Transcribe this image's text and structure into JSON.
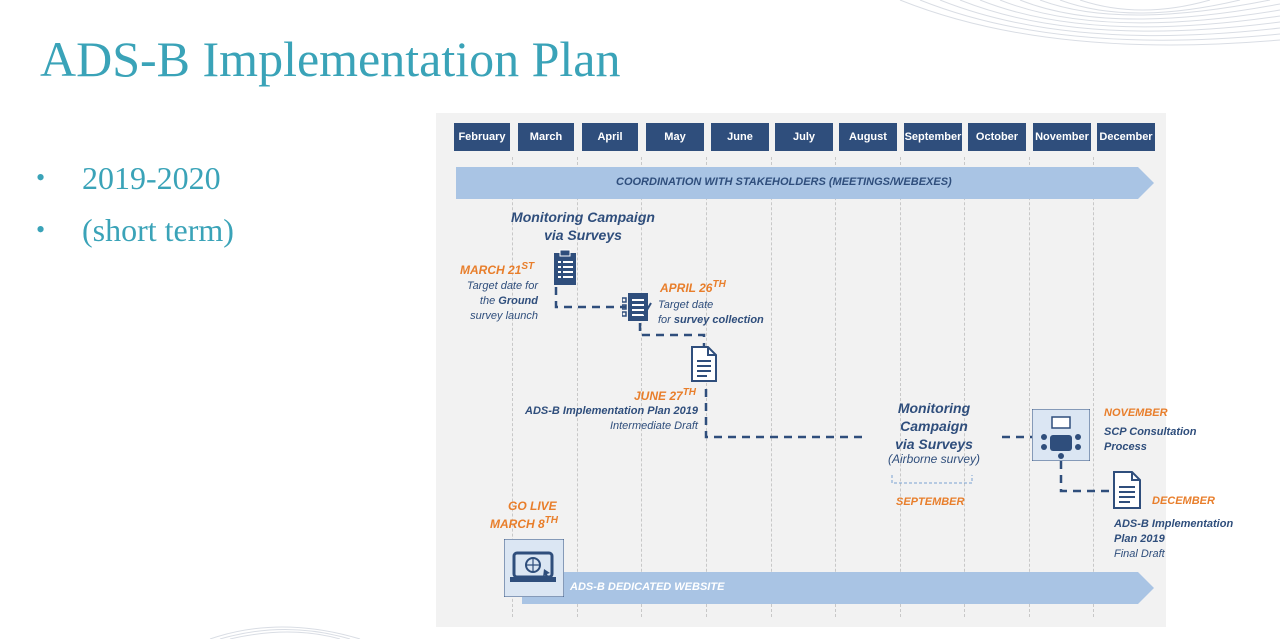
{
  "slide": {
    "title": "ADS-B Implementation Plan",
    "bullets": [
      "2019-2020",
      "(short term)"
    ]
  },
  "timeline": {
    "months": [
      "February",
      "March",
      "April",
      "May",
      "June",
      "July",
      "August",
      "September",
      "October",
      "November",
      "December"
    ],
    "top_banner": "Coordination with Stakeholders (meetings/Webexes)",
    "bottom_banner": "ADS-B Dedicated Website",
    "monitoring_title_1": [
      "Monitoring Campaign",
      "via Surveys"
    ],
    "milestones": {
      "march21": {
        "date": "March 21",
        "sup": "st",
        "line1": "Target date for",
        "line2a": "the ",
        "line2b": "Ground",
        "line3": "survey launch"
      },
      "april26": {
        "date": "April 26",
        "sup": "th",
        "line1": "Target date",
        "line2a": "for ",
        "line2b": "survey collection"
      },
      "june27": {
        "date": "June 27",
        "sup": "th",
        "line1": "ADS-B Implementation Plan 2019",
        "line2": "Intermediate Draft"
      },
      "september": {
        "title": [
          "Monitoring",
          "Campaign",
          "via Surveys"
        ],
        "sub": "(Airborne survey)",
        "date": "September"
      },
      "november": {
        "date": "November",
        "line1": "SCP Consultation",
        "line2": "Process"
      },
      "december": {
        "date": "December",
        "line1": "ADS-B Implementation",
        "line2": "Plan 2019",
        "line3": "Final Draft"
      },
      "golive": {
        "line1": "Go Live",
        "line2": "March 8",
        "sup": "th"
      }
    },
    "icons": [
      "clipboard-icon",
      "checklist-icon",
      "document-icon",
      "meeting-icon",
      "document-icon",
      "website-icon"
    ],
    "colors": {
      "navy": "#2f4e7c",
      "banner": "#a9c4e4",
      "orange": "#e87e2b",
      "title": "#3aa3b8"
    }
  }
}
